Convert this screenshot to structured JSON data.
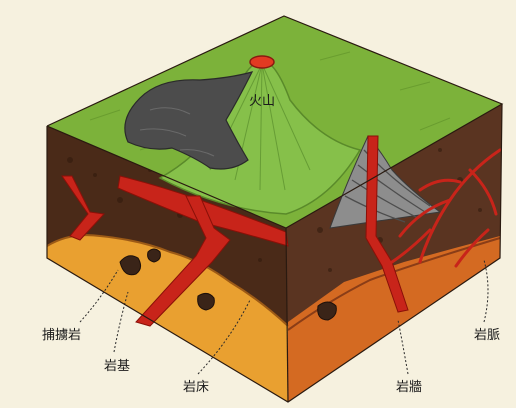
{
  "labels": {
    "volcano": "火山",
    "xenolith": "捕擄岩",
    "batholith": "岩基",
    "sill": "岩床",
    "dike": "岩牆",
    "vein": "岩脈"
  },
  "colors": {
    "grass": "#7cb23a",
    "soil": "#4a2a18",
    "magma": "#c8241a",
    "orange_rock": "#e79a2c",
    "lava": "#4c4c4c",
    "background": "#f6f1df"
  }
}
